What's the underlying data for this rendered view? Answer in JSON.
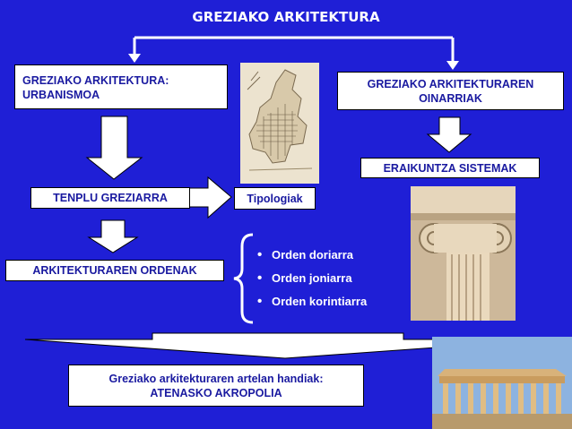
{
  "title": "GREZIAKO ARKITEKTURA",
  "boxes": {
    "urbanismoa_line1": "GREZIAKO ARKITEKTURA:",
    "urbanismoa_line2": "URBANISMOA",
    "oinarriak_line1": "GREZIAKO ARKITEKTURAREN",
    "oinarriak_line2": "OINARRIAK",
    "eraikuntza": "ERAIKUNTZA SISTEMAK",
    "tenplu": "TENPLU GREZIARRA",
    "tipologiak": "Tipologiak",
    "ordenak": "ARKITEKTURAREN ORDENAK",
    "akropolia_line1": "Greziako arkitekturaren artelan handiak:",
    "akropolia_line2": "ATENASKO AKROPOLIA"
  },
  "orders": [
    "Orden doriarra",
    "Orden joniarra",
    "Orden korintiarra"
  ],
  "colors": {
    "background": "#1f1fd6",
    "box_text": "#1a1aa0",
    "box_fill": "#ffffff"
  }
}
